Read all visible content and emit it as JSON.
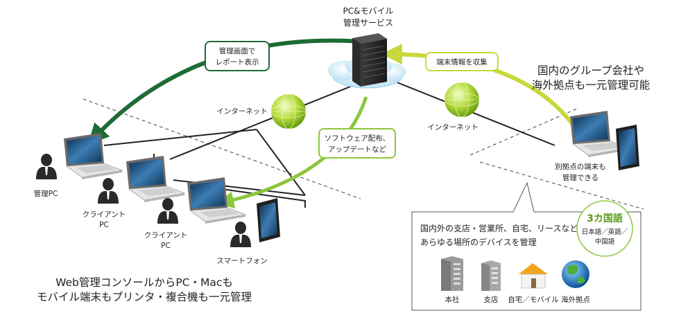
{
  "server": {
    "title_line1": "PC&モバイル",
    "title_line2": "管理サービス"
  },
  "callouts": {
    "report_line1": "管理画面で",
    "report_line2": "レポート表示",
    "collect": "端末情報を収集",
    "software_line1": "ソフトウェア配布、",
    "software_line2": "アップデートなど"
  },
  "internet_left": "インターネット",
  "internet_right": "インターネット",
  "devices": {
    "admin_pc": "管理PC",
    "client1_line1": "クライアント",
    "client1_line2": "PC",
    "client2_line1": "クライアント",
    "client2_line2": "PC",
    "smartphone": "スマートフォン"
  },
  "headline_right_line1": "国内のグループ会社や",
  "headline_right_line2": "海外拠点も一元管理可能",
  "branch_caption_line1": "別拠点の端末も",
  "branch_caption_line2": "管理できる",
  "bottom_left_line1": "Web管理コンソールからPC・Macも",
  "bottom_left_line2": "モバイル端末もプリンタ・複合機も一元管理",
  "box": {
    "line1": "国内外の支店・営業所、自宅、リースなど",
    "line2": "あらゆる場所のデバイスを管理",
    "lang_title": "3カ国語",
    "lang_line1": "日本語／英語／",
    "lang_line2": "中国語",
    "icons": [
      {
        "label": "本社",
        "icon": "office-building-icon"
      },
      {
        "label": "支店",
        "icon": "branch-building-icon"
      },
      {
        "label": "自宅／モバイル",
        "icon": "house-icon"
      },
      {
        "label": "海外拠点",
        "icon": "globe-icon"
      }
    ]
  },
  "colors": {
    "dark_green": "#1e6b34",
    "light_green": "#8cc63f",
    "yellow_green": "#c8d83a",
    "globe_green": "#9ccc2a"
  }
}
